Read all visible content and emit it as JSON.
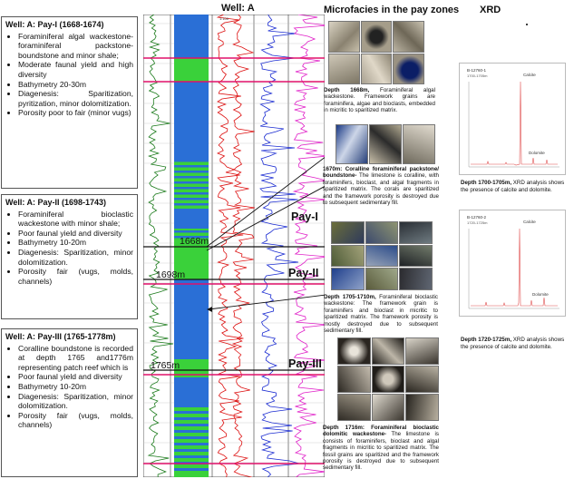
{
  "well_title": "Well: A",
  "microfacies_title": "Microfacies in the pay zones",
  "xrd_title": "XRD",
  "pay_boxes": [
    {
      "title": "Well: A: Pay-I (1668-1674)",
      "items": [
        "Foraminiferal algal wackestone-foraminiferal packstone-boundstone and minor shale;",
        "Moderate faunal yield and high diversity",
        "Bathymetry 20-30m",
        "Diagenesis: Sparitization, pyritization, minor dolomitization.",
        "Porosity poor to fair (minor vugs)"
      ]
    },
    {
      "title": "Well: A: Pay-II (1698-1743)",
      "items": [
        "Foraminiferal bioclastic wackestone with minor shale;",
        "Poor faunal yield and diversity",
        "Bathymetry 10-20m",
        "Diagenesis: Sparitization, minor dolomitization.",
        "Porosity fair (vugs, molds, channels)"
      ]
    },
    {
      "title": "Well: A: Pay-III (1765-1778m)",
      "items": [
        "Coralline boundstone is recorded at depth 1765 and1776m representing patch reef which is",
        "Poor faunal yield and diversity",
        "Bathymetry 10-20m",
        "Diagenesis: Sparitization, minor dolomitization.",
        "Porosity fair (vugs, molds, channels)"
      ]
    }
  ],
  "log": {
    "depth_labels": [
      "1668m",
      "1698m",
      "1765m"
    ],
    "pay_labels": [
      "Pay-I",
      "Pay-II",
      "Pay-III"
    ],
    "scale_label": "1:100"
  },
  "captions": {
    "c1_bold": "Depth 1668m,",
    "c1": " Foraminiferal algal wackestone. Framework grains are foraminifera, algae and bioclasts, embedded in micritic to sparitized matrix.",
    "c2_bold": "1670m: Coralline foraminiferal packstone/ boundstone-",
    "c2": " The limestone is coralline, with foraminifers, bioclast, and algal fragments in sparitized matrix. The corals are sparitized and the framework porosity is destroyed due to subsequent sedimentary fill.",
    "c3_bold": "Depth 1705-1710m,",
    "c3": " Foraminiferal bioclastic wackestone: The framework grain is foraminifers and bioclast in micritic to sparitized matrix. The framework porosity is mostly destroyed due to subsequent sedimentary fill.",
    "c4_bold": "Depth 1716m: Foraminiferal bioclastic dolomitic wackestone-",
    "c4": " The limestone is consists of foraminifers, bioclast and algal fragments in micritic to sparitized matrix. The fossil grains are sparitized and the framework porosity is destroyed due to subsequent sedimentary fill."
  },
  "xrd": {
    "plot1_id": "B-12760-1",
    "plot1_sub": "1700-1705m",
    "plot1_calcite": "Calcite",
    "plot1_dolomite": "Dolomite",
    "plot1_caption_bold": "Depth 1700-1705m,",
    "plot1_caption": " XRD analysis shows the presence of calcite and dolomite.",
    "plot2_id": "B-12760-2",
    "plot2_sub": "1720-1725m",
    "plot2_calcite": "Calcite",
    "plot2_dolomite": "Dolomite",
    "plot2_caption_bold": "Depth 1720-1725m,",
    "plot2_caption": " XRD analysis shows the presence of calcite and dolomite."
  },
  "colors": {
    "gamma": "#1a7a1a",
    "porosity_fill": "#2a6fd6",
    "shale_fill": "#3ad13a",
    "resistivity": "#d11",
    "sonic": "#1a2bd1",
    "density": "#e020c8",
    "pay_line": "#e0106a"
  }
}
